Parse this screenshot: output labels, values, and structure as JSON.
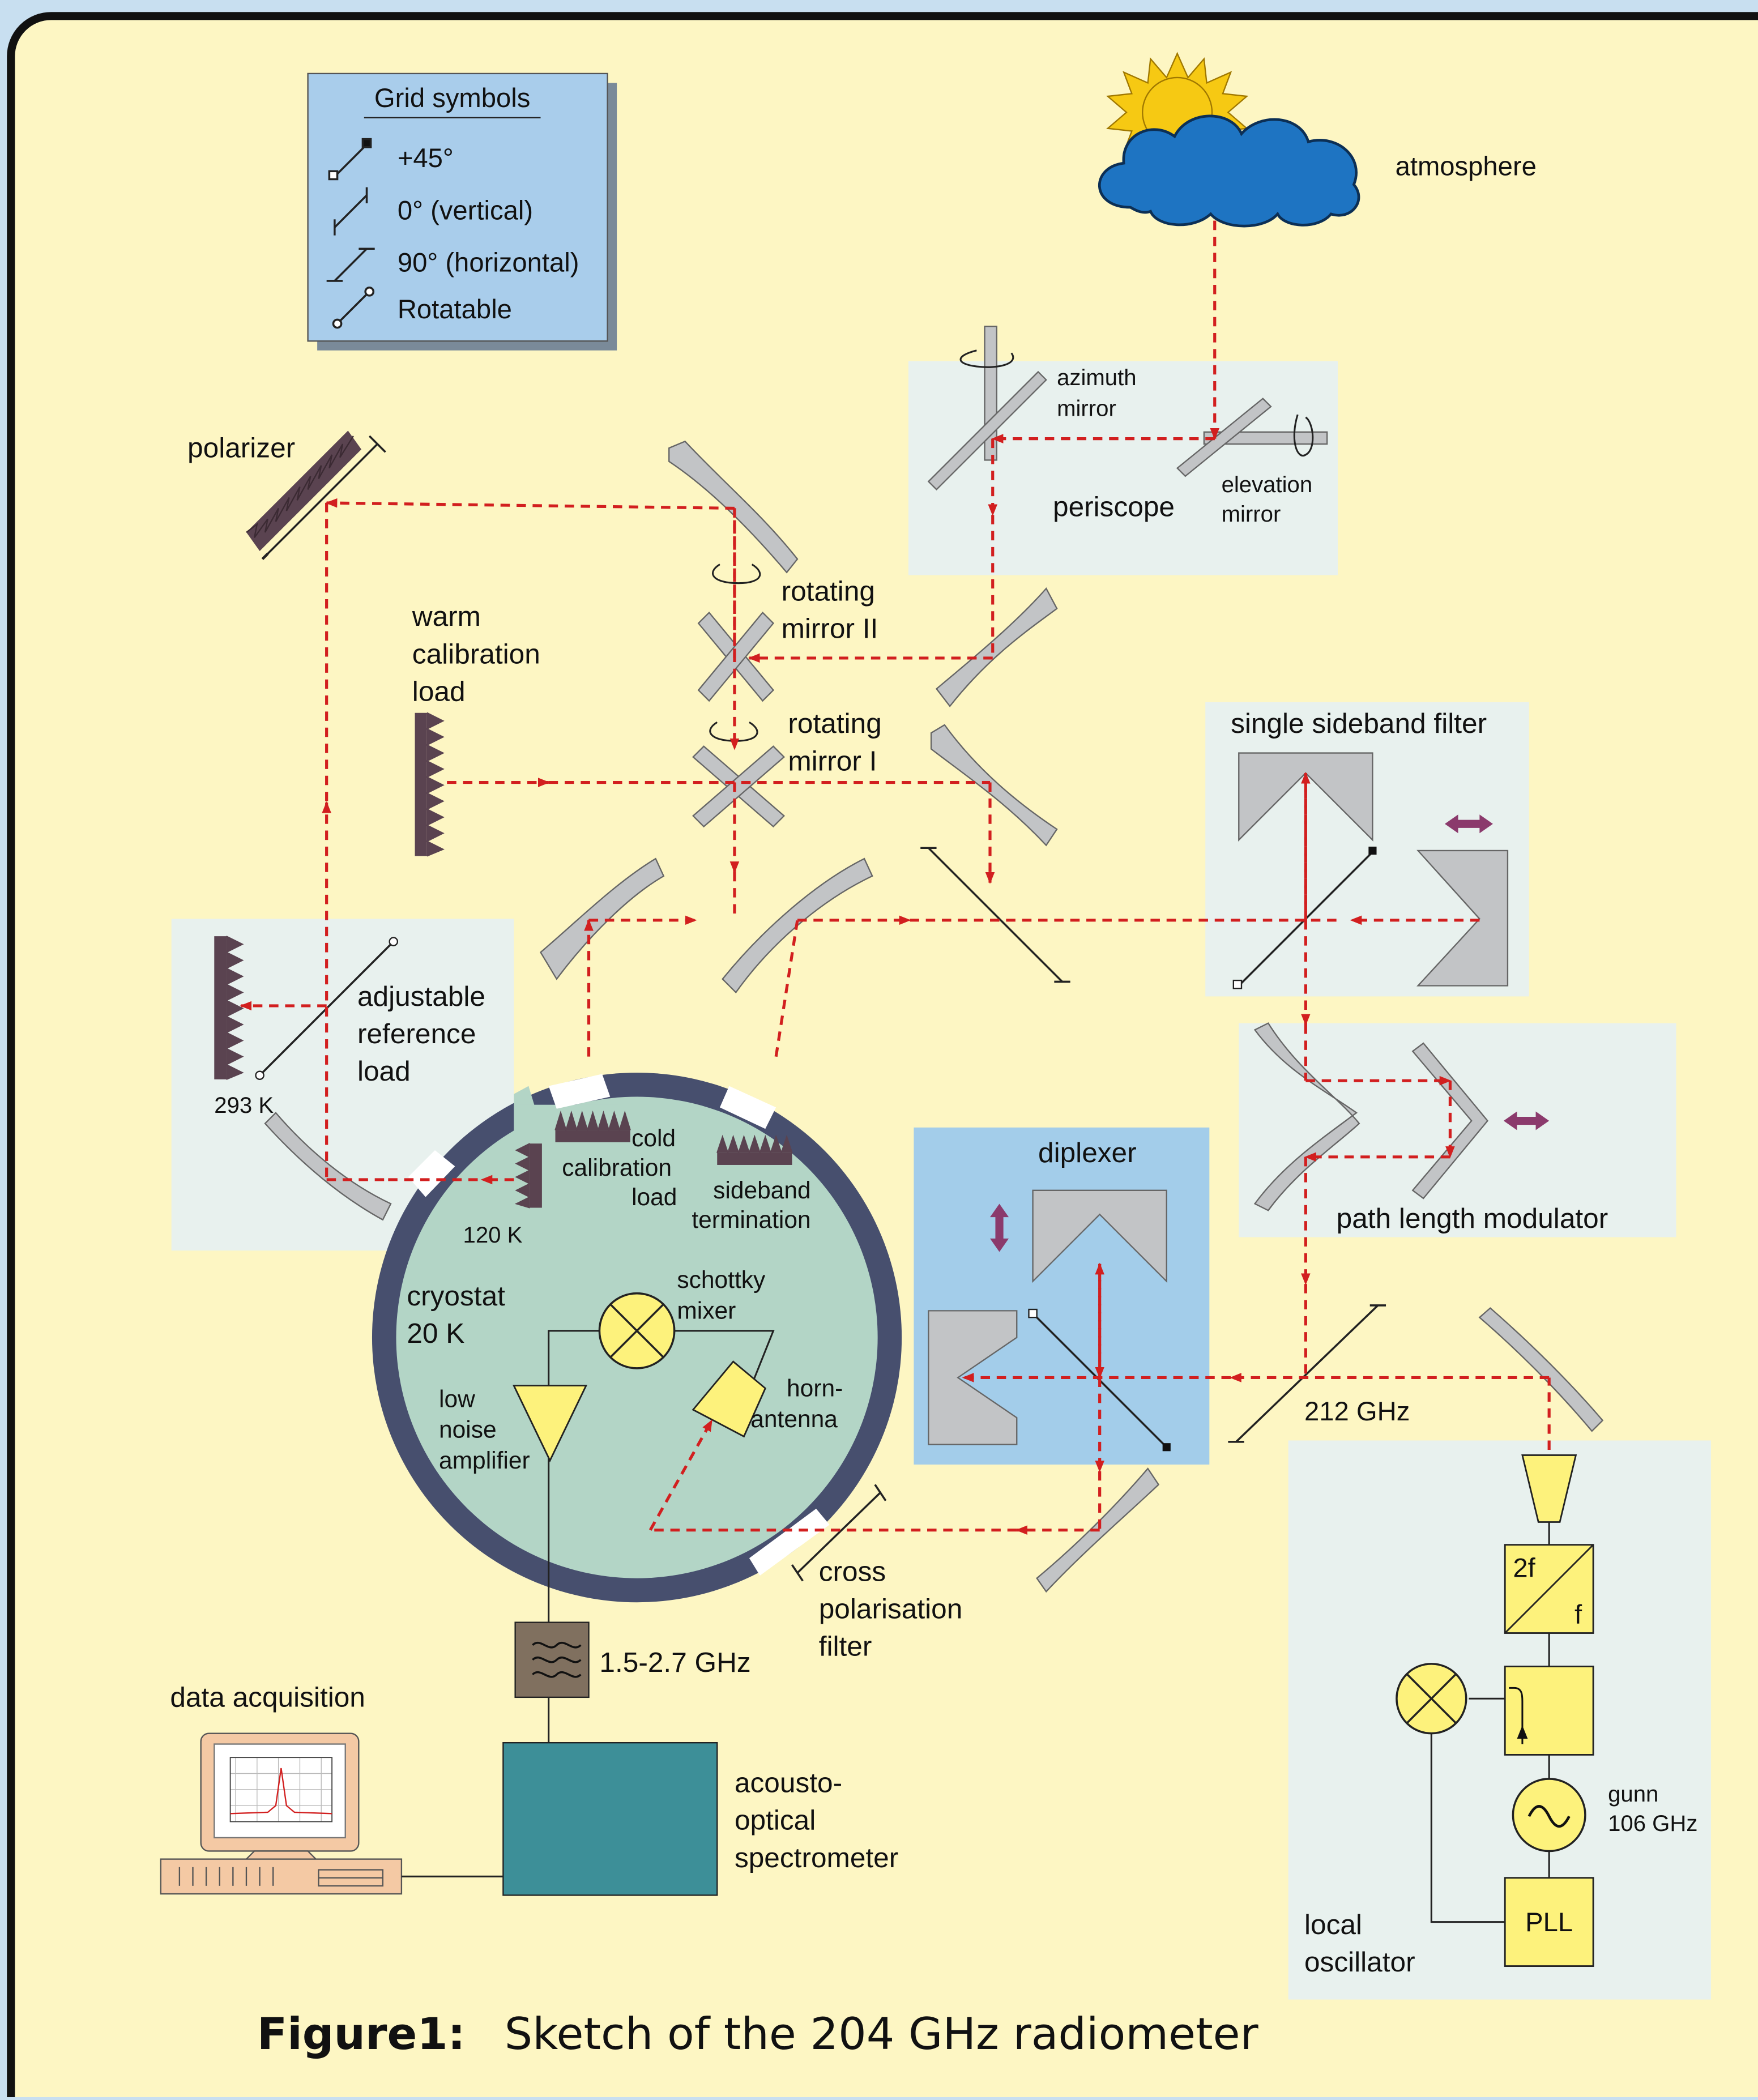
{
  "figure": {
    "caption_label": "Figure1:",
    "caption_text": "Sketch of the 204 GHz radiometer"
  },
  "legend": {
    "title": "Grid symbols",
    "items": [
      "+45°",
      "0° (vertical)",
      "90° (horizontal)",
      "Rotatable"
    ]
  },
  "labels": {
    "atmosphere": "atmosphere",
    "azimuth": [
      "azimuth",
      "mirror"
    ],
    "elevation": [
      "elevation",
      "mirror"
    ],
    "periscope": "periscope",
    "polarizer": "polarizer",
    "rotating_mirror_2": [
      "rotating",
      "mirror II"
    ],
    "rotating_mirror_1": [
      "rotating",
      "mirror I"
    ],
    "warm_load": [
      "warm",
      "calibration",
      "load"
    ],
    "ssb_filter": "single sideband filter",
    "adjustable_load": [
      "adjustable",
      "reference",
      "load"
    ],
    "temp_293": "293 K",
    "temp_120": "120 K",
    "cold_load": [
      "cold",
      "calibration",
      "load"
    ],
    "sideband_term": [
      "sideband",
      "termination"
    ],
    "path_length_modulator": "path length modulator",
    "diplexer": "diplexer",
    "cryostat": [
      "cryostat",
      "20 K"
    ],
    "schottky_mixer": [
      "schottky",
      "mixer"
    ],
    "horn_antenna": [
      "horn-",
      "antenna"
    ],
    "lna": [
      "low",
      "noise",
      "amplifier"
    ],
    "freq_212": "212 GHz",
    "cross_pol": [
      "cross",
      "polarisation",
      "filter"
    ],
    "if_band": "1.5-2.7 GHz",
    "data_acq": "data acquisition",
    "aos": [
      "acousto-",
      "optical",
      "spectrometer"
    ],
    "doubler_top": "2f",
    "doubler_bottom": "f",
    "gunn": [
      "gunn",
      "106 GHz"
    ],
    "pll": "PLL",
    "local_osc": [
      "local",
      "oscillator"
    ]
  },
  "colors": {
    "background": "#fdf6c3",
    "panel": "#e8f1ee",
    "legend_panel": "#a9cdeb",
    "diplexer_panel": "#a3cdea",
    "cryostat_fill": "#b3d5c6",
    "cryostat_ring": "#474f6e",
    "beam": "#d21f1f",
    "mirror": "#c2c4c6",
    "absorber": "#5a4350",
    "aos": "#3d8f98",
    "filter_box": "#80705f",
    "lo_box": "#fdf27c",
    "cloud": "#1e74c2",
    "sun": "#f6c913",
    "arrow_purple": "#8b3a6c"
  }
}
